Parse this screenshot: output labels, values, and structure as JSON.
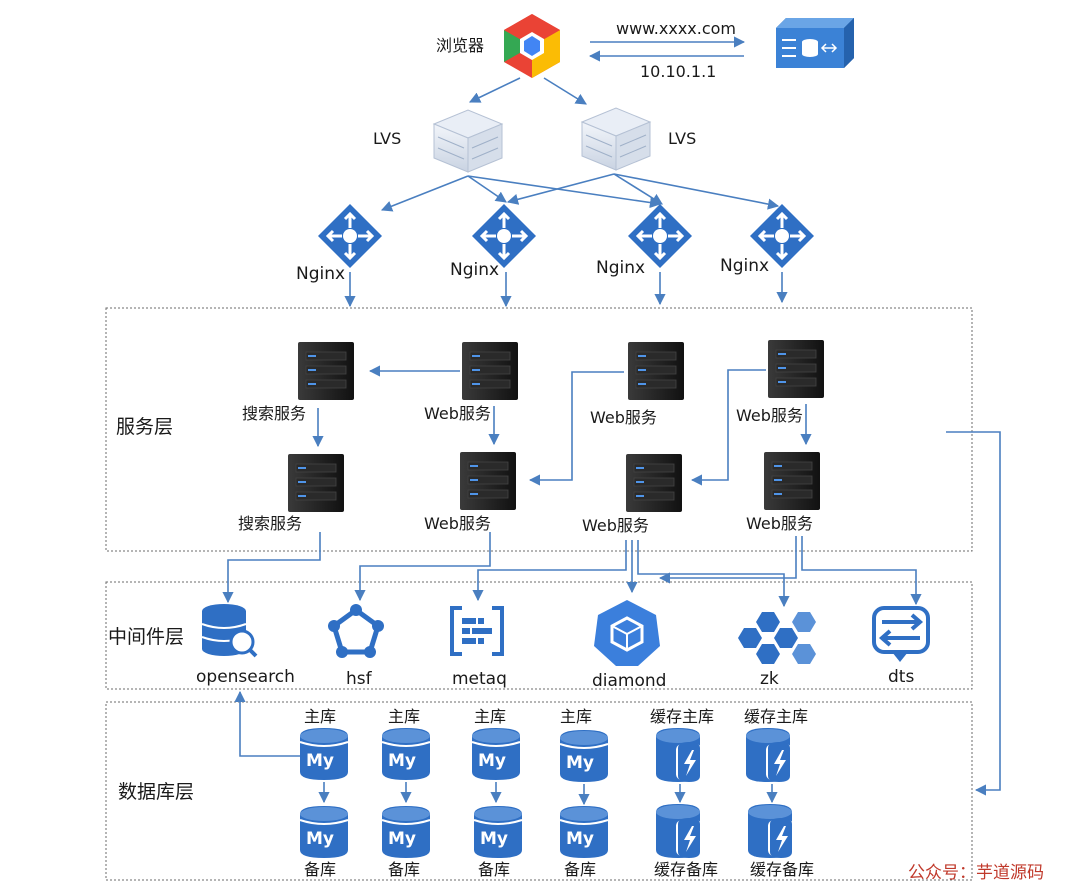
{
  "browser": {
    "label": "浏览器",
    "url": "www.xxxx.com",
    "ip": "10.10.1.1"
  },
  "lvs": [
    {
      "label": "LVS"
    },
    {
      "label": "LVS"
    }
  ],
  "nginx": [
    {
      "label": "Nginx"
    },
    {
      "label": "Nginx"
    },
    {
      "label": "Nginx"
    },
    {
      "label": "Nginx"
    }
  ],
  "layers": {
    "service": "服务层",
    "middleware": "中间件层",
    "database": "数据库层"
  },
  "service_nodes": {
    "top": [
      "搜索服务",
      "Web服务",
      "Web服务",
      "Web服务"
    ],
    "bottom": [
      "搜索服务",
      "Web服务",
      "Web服务",
      "Web服务"
    ]
  },
  "middleware": [
    {
      "label": "opensearch",
      "icon": "opensearch-icon"
    },
    {
      "label": "hsf",
      "icon": "hsf-icon"
    },
    {
      "label": "metaq",
      "icon": "metaq-icon"
    },
    {
      "label": "diamond",
      "icon": "diamond-icon"
    },
    {
      "label": "zk",
      "icon": "zk-icon"
    },
    {
      "label": "dts",
      "icon": "dts-icon"
    }
  ],
  "databases": {
    "primary": [
      "主库",
      "主库",
      "主库",
      "主库",
      "缓存主库",
      "缓存主库"
    ],
    "backup": [
      "备库",
      "备库",
      "备库",
      "备库",
      "缓存备库",
      "缓存备库"
    ],
    "mysql_badge": "My"
  },
  "watermark": "公众号：芋道源码",
  "colors": {
    "accent": "#2f6fc4",
    "edge": "#4a7fc0",
    "watermark": "#c0392b"
  }
}
